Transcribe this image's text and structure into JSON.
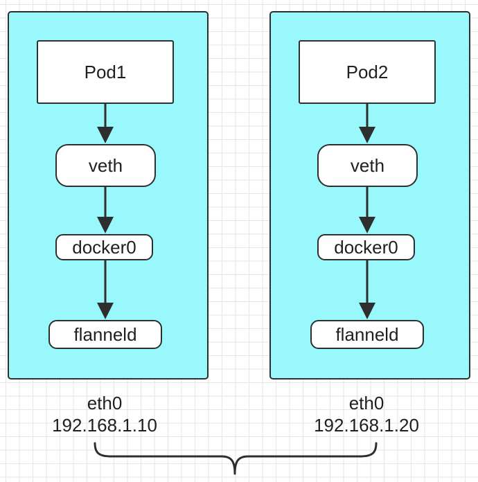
{
  "nodes": [
    {
      "pod": "Pod1",
      "veth": "veth",
      "bridge": "docker0",
      "flannel": "flanneld",
      "eth_name": "eth0",
      "eth_ip": "192.168.1.10"
    },
    {
      "pod": "Pod2",
      "veth": "veth",
      "bridge": "docker0",
      "flannel": "flanneld",
      "eth_name": "eth0",
      "eth_ip": "192.168.1.20"
    }
  ],
  "colors": {
    "node_fill": "#99f8fb",
    "stroke": "#2e2e2e",
    "box_fill": "#ffffff",
    "grid": "#e6e6e6"
  }
}
